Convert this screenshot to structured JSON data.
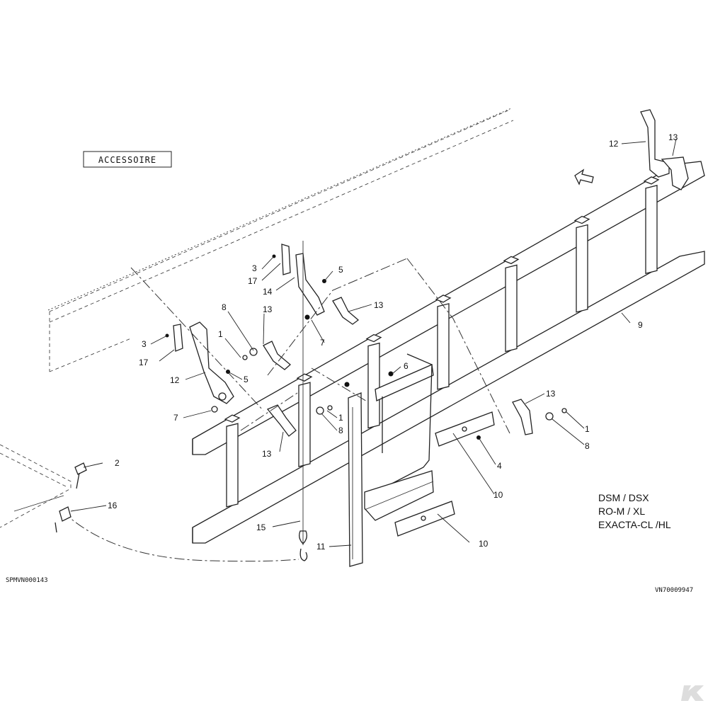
{
  "label_box": {
    "text": "ACCESSOIRE"
  },
  "models": [
    "DSM / DSX",
    "RO-M / XL",
    "EXACTA-CL /HL"
  ],
  "ref_left": "SPMVN000143",
  "ref_right": "VN70009947",
  "callouts": {
    "c1a": "1",
    "c1b": "1",
    "c1c": "1",
    "c2": "2",
    "c3a": "3",
    "c3b": "3",
    "c4": "4",
    "c5a": "5",
    "c5b": "5",
    "c6": "6",
    "c7a": "7",
    "c7b": "7",
    "c8a": "8",
    "c8b": "8",
    "c8c": "8",
    "c9": "9",
    "c10a": "10",
    "c10b": "10",
    "c11": "11",
    "c12a": "12",
    "c12b": "12",
    "c13a": "13",
    "c13b": "13",
    "c13c": "13",
    "c13d": "13",
    "c13e": "13",
    "c14": "14",
    "c15": "15",
    "c16": "16",
    "c17a": "17",
    "c17b": "17"
  },
  "icons": {
    "direction": "arrow-icon",
    "brand": "brand-mark-icon"
  }
}
